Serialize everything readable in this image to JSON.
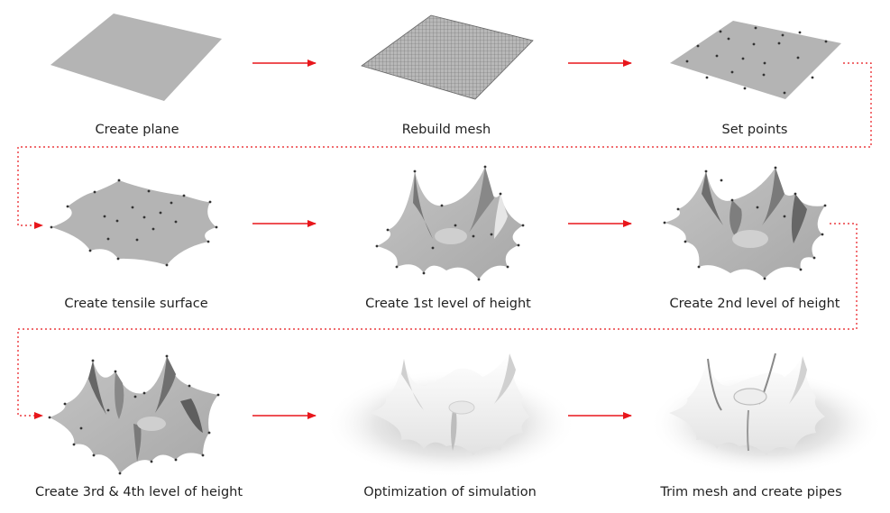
{
  "steps": [
    {
      "label": "Create plane"
    },
    {
      "label": "Rebuild mesh"
    },
    {
      "label": "Set points"
    },
    {
      "label": "Create tensile surface"
    },
    {
      "label": "Create 1st level of height"
    },
    {
      "label": "Create 2nd level of height"
    },
    {
      "label": "Create 3rd & 4th level of height"
    },
    {
      "label": "Optimization of simulation"
    },
    {
      "label": "Trim mesh and create pipes"
    }
  ],
  "colors": {
    "arrow": "#e8161b",
    "surface": "#b4b4b4",
    "surface_dark": "#8a8a8a",
    "surface_light": "#d6d6d6",
    "point": "#333333",
    "render": "#f4f4f4"
  },
  "icons": [
    "plane-icon",
    "mesh-grid-icon",
    "points-plane-icon",
    "tensile-surface-icon",
    "height-surface-icon",
    "render-surface-icon"
  ]
}
